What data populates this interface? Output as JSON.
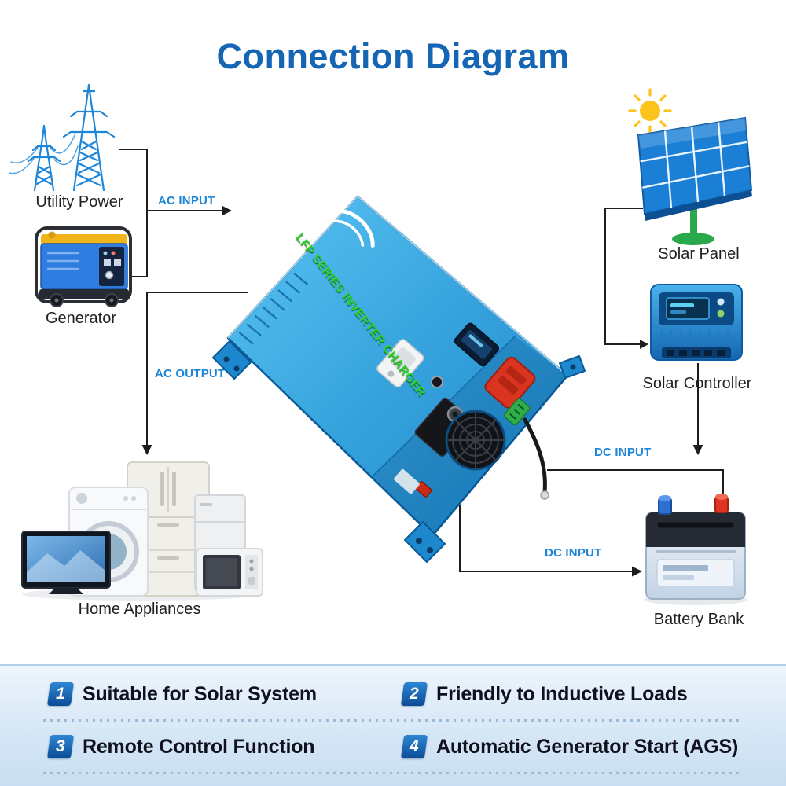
{
  "title": "Connection Diagram",
  "nodes": {
    "utility_power": "Utility Power",
    "generator": "Generator",
    "home_appliances": "Home Appliances",
    "solar_panel": "Solar Panel",
    "solar_controller": "Solar Controller",
    "battery_bank": "Battery Bank"
  },
  "connections": {
    "ac_input": "AC INPUT",
    "ac_output": "AC OUTPUT",
    "dc_input_top": "DC INPUT",
    "dc_input_bottom": "DC INPUT"
  },
  "inverter": {
    "panel_text": "LFP SERIES INVERTER CHARGER"
  },
  "features": [
    {
      "num": "1",
      "label": "Suitable for Solar System"
    },
    {
      "num": "2",
      "label": "Friendly to Inductive Loads"
    },
    {
      "num": "3",
      "label": "Remote Control Function"
    },
    {
      "num": "4",
      "label": "Automatic Generator Start (AGS)"
    }
  ],
  "colors": {
    "title": "#1465b3",
    "connector_label": "#1e86d6",
    "line": "#1d1d1d",
    "inverter_body": "#2196dd",
    "inverter_text_green": "#2bd42b",
    "feature_badge": "#0c4c95",
    "band_background": "#d6e7f6"
  }
}
